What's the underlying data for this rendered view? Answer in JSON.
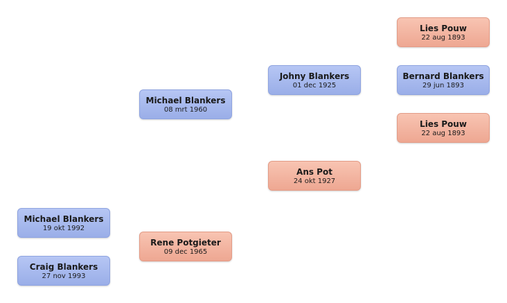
{
  "tree": {
    "people": [
      {
        "id": "child1",
        "name": "Michael Blankers",
        "date": "19 okt 1992",
        "gender": "male"
      },
      {
        "id": "child2",
        "name": "Craig Blankers",
        "date": "27 nov 1993",
        "gender": "male"
      },
      {
        "id": "father",
        "name": "Michael Blankers",
        "date": "08 mrt 1960",
        "gender": "male"
      },
      {
        "id": "mother",
        "name": "Rene Potgieter",
        "date": "09 dec 1965",
        "gender": "female"
      },
      {
        "id": "gf",
        "name": "Johny Blankers",
        "date": "01 dec 1925",
        "gender": "male"
      },
      {
        "id": "gm",
        "name": "Ans Pot",
        "date": "24 okt 1927",
        "gender": "female"
      },
      {
        "id": "ggm1",
        "name": "Lies Pouw",
        "date": "22 aug 1893",
        "gender": "female"
      },
      {
        "id": "ggf",
        "name": "Bernard Blankers",
        "date": "29 jun 1893",
        "gender": "male"
      },
      {
        "id": "ggm2",
        "name": "Lies Pouw",
        "date": "22 aug 1893",
        "gender": "female"
      }
    ]
  },
  "colors": {
    "male": "#a6b8ee",
    "female": "#f3b5a0"
  }
}
